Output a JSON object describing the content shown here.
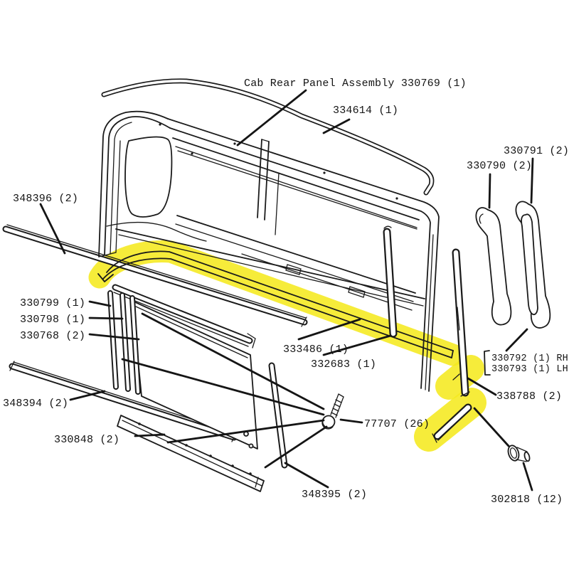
{
  "diagram_title": "Cab Rear Panel Assembly 330769 (1)",
  "labels": {
    "assembly": "Cab Rear Panel Assembly 330769 (1)",
    "l334614": "334614 (1)",
    "l330790": "330790 (2)",
    "l330791": "330791 (2)",
    "l348396": "348396 (2)",
    "l330799": "330799 (1)",
    "l330798": "330798 (1)",
    "l330768": "330768 (2)",
    "l348394": "348394 (2)",
    "l330848": "330848 (2)",
    "l333486": "333486 (1)",
    "l332683": "332683 (1)",
    "l77707": "77707 (26)",
    "l348395": "348395 (2)",
    "l330792": "330792 (1) RH",
    "l330793": "330793 (1) LH",
    "l338788": "338788 (2)",
    "l302818": "302818 (12)"
  },
  "colors": {
    "highlight": "#F5E91F",
    "ink": "#1b1b1b",
    "background": "#ffffff"
  }
}
